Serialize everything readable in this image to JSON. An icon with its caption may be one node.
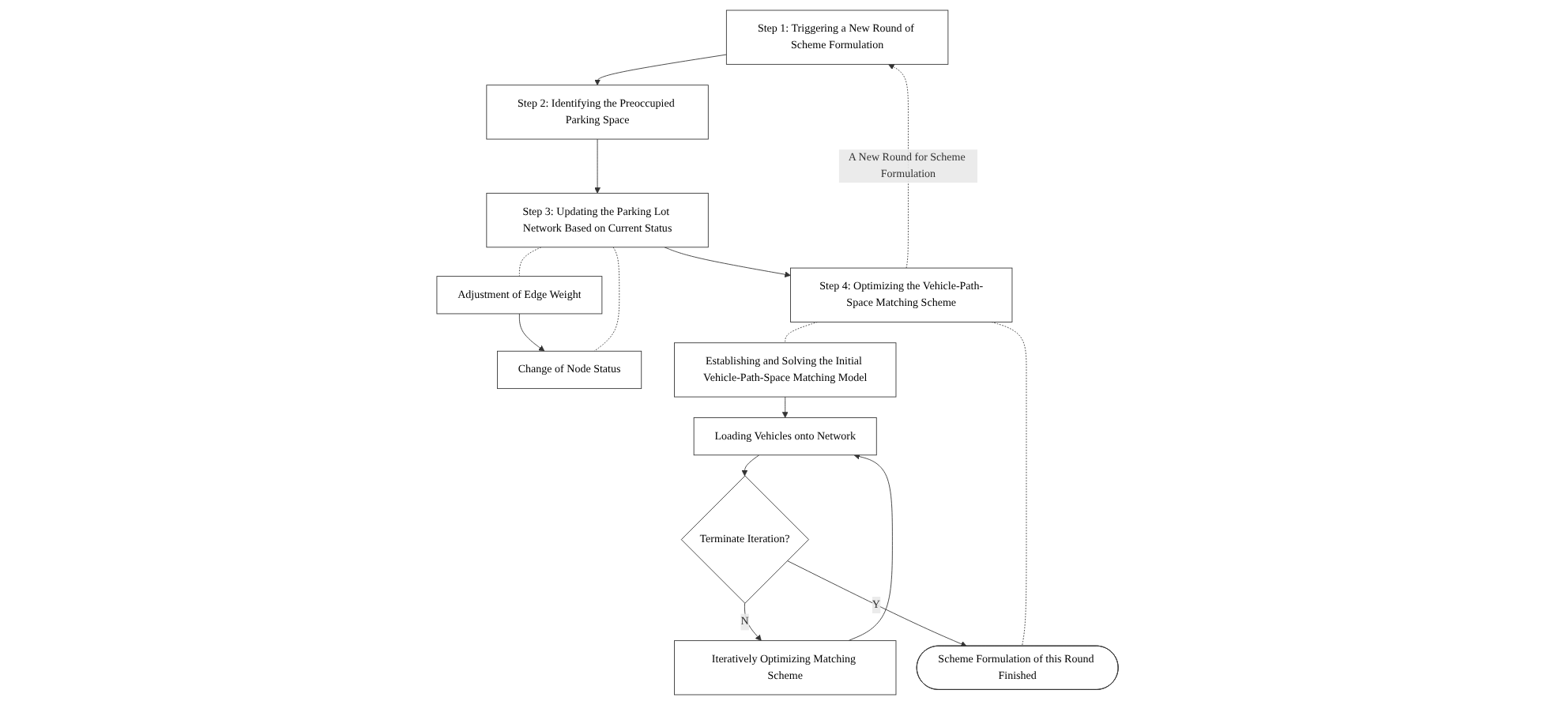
{
  "diagram": {
    "nodes": [
      {
        "text": [
          "Step 1: Triggering a New Round of Scheme Formulation"
        ]
      },
      {
        "text": [
          "Step 2: Identifying the Preoccupied Parking Space"
        ]
      },
      {
        "text": [
          "Step 3: Updating the Parking Lot Network Based on Current Status"
        ]
      },
      {
        "text": [
          "Step 4: Optimizing the Vehicle-Path-Space Matching Scheme"
        ]
      },
      {
        "text": [
          "Adjustment of Edge Weight"
        ]
      },
      {
        "text": [
          "Change of Node Status"
        ]
      },
      {
        "text": [
          "Establishing and Solving the Initial Vehicle-Path-Space Matching Model"
        ]
      },
      {
        "text": [
          "Loading Vehicles onto Network"
        ]
      },
      {
        "text": [
          "Iteratively Optimizing Matching Scheme"
        ]
      },
      {
        "text": [
          "Terminate Iteration?"
        ]
      },
      {
        "text": [
          "Scheme Formulation of this Round Finished"
        ]
      }
    ],
    "edges": [
      {
        "from": 0,
        "to": 1,
        "arrow": "to"
      },
      {
        "from": 1,
        "to": 2,
        "arrow": "to"
      },
      {
        "from": 2,
        "to": 3,
        "arrow": "to"
      },
      {
        "from": 4,
        "to": 5,
        "arrow": "to"
      },
      {
        "from": 6,
        "to": 7,
        "arrow": "to"
      },
      {
        "from": 7,
        "to": 9,
        "arrow": "to"
      },
      {
        "from": 9,
        "to": 8,
        "arrow": "to",
        "label": "N"
      },
      {
        "from": 8,
        "to": 7,
        "arrow": "to"
      },
      {
        "from": 9,
        "to": 10,
        "arrow": "to",
        "label": "Y"
      },
      {
        "from": 3,
        "to": 0,
        "arrow": "to",
        "style": "dashed",
        "label": "A New Round for Scheme Formulation"
      },
      {
        "from": 2,
        "to": 4,
        "arrow": "none",
        "style": "dashed"
      },
      {
        "from": 2,
        "to": 5,
        "arrow": "none",
        "style": "dashed"
      },
      {
        "from": 3,
        "to": 6,
        "arrow": "none",
        "style": "dashed"
      },
      {
        "from": 3,
        "to": 10,
        "arrow": "none",
        "style": "dashed"
      }
    ]
  }
}
